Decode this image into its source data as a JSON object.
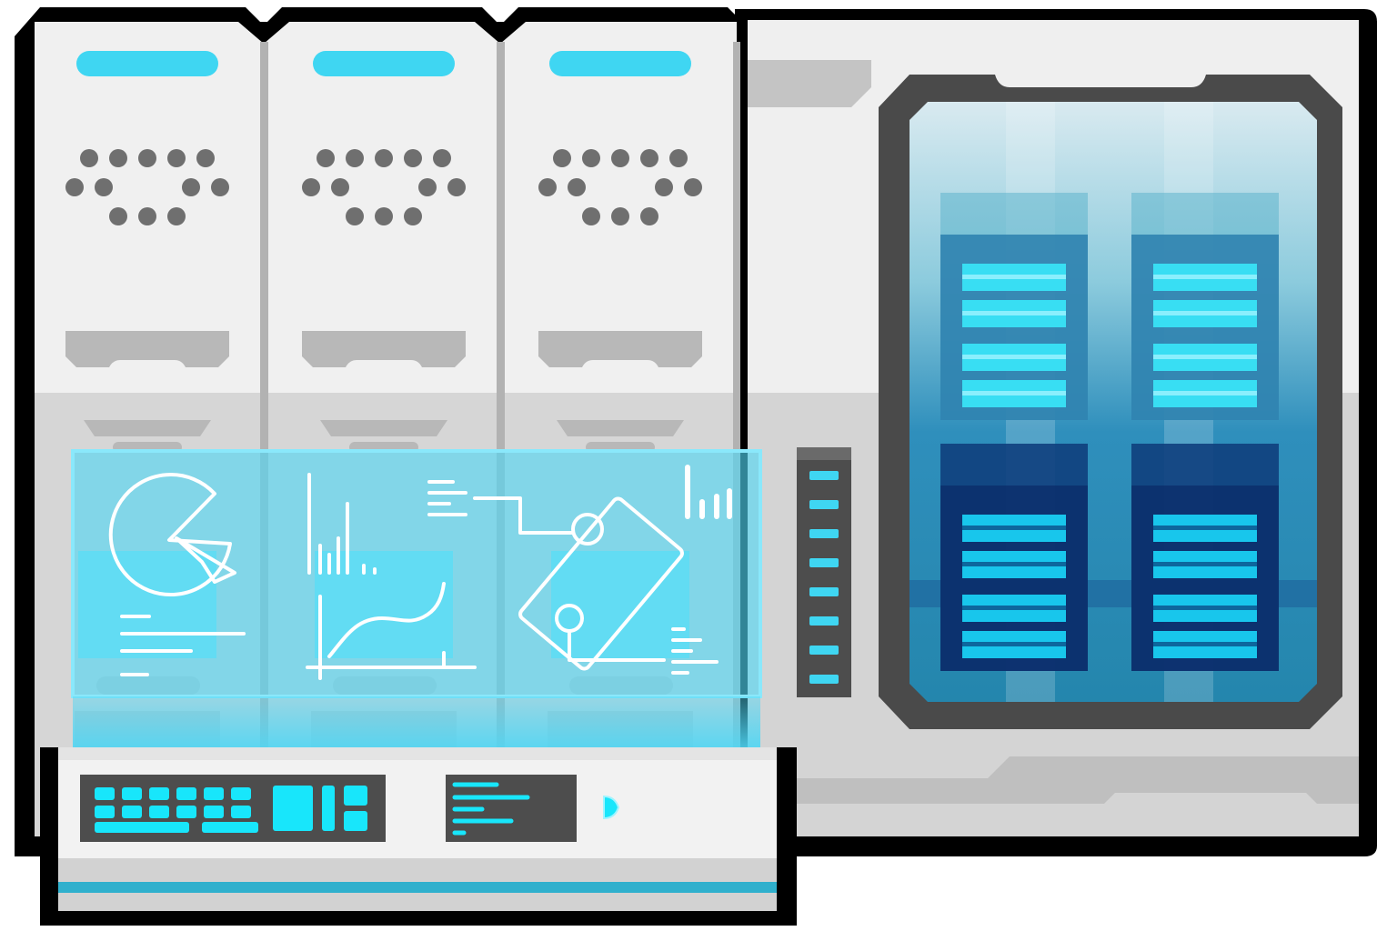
{
  "scene": {
    "title": "",
    "cabinet_count": 3,
    "server_window_panels": 4,
    "indicator_leds": 8,
    "keypad_keys": 12
  },
  "colors": {
    "outline": "#000000",
    "panel_light": "#f0f0f0",
    "panel_mid": "#d6d6d6",
    "panel_shadow": "#bdbdbd",
    "dot_grey": "#6f6f6f",
    "accent_cyan": "#3fd6f2",
    "hologram": "#5fdcf6",
    "window_frame": "#4a4a4a",
    "server_blue_dark": "#0c2f6c",
    "server_blue_mid": "#2a7fb0",
    "led_dark": "#4d4d4d"
  },
  "icons": {
    "pie": "pie-chart-icon",
    "bar": "bar-chart-icon",
    "line": "line-chart-icon",
    "diagram": "flow-diagram-icon",
    "mini_bar": "mini-bar-chart-icon",
    "power": "power-indicator-icon"
  }
}
